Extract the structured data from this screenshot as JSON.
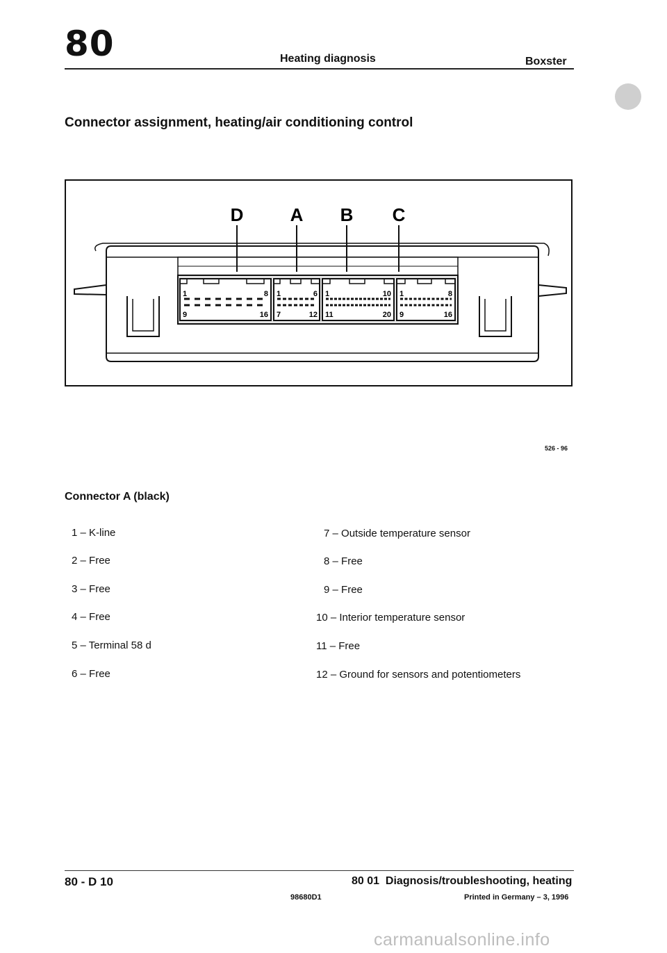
{
  "header": {
    "section_number": "80",
    "title": "Heating diagnosis",
    "model": "Boxster"
  },
  "heading": "Connector assignment, heating/air conditioning control",
  "figure": {
    "connector_letters": [
      "D",
      "A",
      "B",
      "C"
    ],
    "pin_labels": {
      "D": {
        "top_left": "1",
        "top_right": "8",
        "bottom_left": "9",
        "bottom_right": "16"
      },
      "A": {
        "top_left": "1",
        "top_right": "6",
        "bottom_left": "7",
        "bottom_right": "12"
      },
      "B": {
        "top_left": "1",
        "top_right": "10",
        "bottom_left": "11",
        "bottom_right": "20"
      },
      "C": {
        "top_left": "1",
        "top_right": "8",
        "bottom_left": "9",
        "bottom_right": "16"
      }
    },
    "reference": "526 - 96"
  },
  "connector_title": "Connector A (black)",
  "pins_left": [
    {
      "num": "1",
      "desc": "K-line"
    },
    {
      "num": "2",
      "desc": "Free"
    },
    {
      "num": "3",
      "desc": "Free"
    },
    {
      "num": "4",
      "desc": "Free"
    },
    {
      "num": "5",
      "desc": "Terminal 58 d"
    },
    {
      "num": "6",
      "desc": "Free"
    }
  ],
  "pins_right": [
    {
      "num": "7",
      "desc": "Outside temperature sensor"
    },
    {
      "num": "8",
      "desc": "Free"
    },
    {
      "num": "9",
      "desc": "Free"
    },
    {
      "num": "10",
      "desc": "Interior temperature sensor"
    },
    {
      "num": "11",
      "desc": "Free"
    },
    {
      "num": "12",
      "desc": "Ground for sensors and potentiometers"
    }
  ],
  "separator": "–",
  "footer": {
    "page_id": "80 - D 10",
    "section": "80 01  Diagnosis/troubleshooting, heating",
    "doc_code": "98680D1",
    "printed": "Printed in Germany – 3, 1996"
  },
  "watermark": "carmanualsonline.info"
}
